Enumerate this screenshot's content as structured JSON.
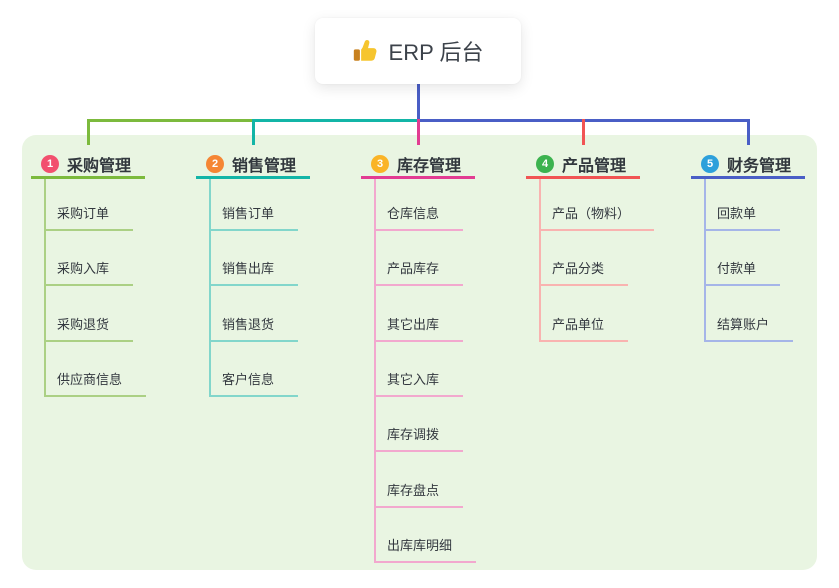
{
  "root": {
    "label": "ERP 后台",
    "icon": "thumbs-up-icon"
  },
  "panel": {
    "background": "#e9f5e2"
  },
  "trunk_color": "#4a5ec6",
  "text_color": "#33383f",
  "branches": [
    {
      "slug": "purchase",
      "num": "1",
      "label": "采购管理",
      "badge_color": "#f2506e",
      "line_color": "#7cba3d",
      "item_line_color": "#abd084",
      "items": [
        "采购订单",
        "采购入库",
        "采购退货",
        "供应商信息"
      ]
    },
    {
      "slug": "sales",
      "num": "2",
      "label": "销售管理",
      "badge_color": "#f58634",
      "line_color": "#13b5a7",
      "item_line_color": "#82d6cb",
      "items": [
        "销售订单",
        "销售出库",
        "销售退货",
        "客户信息"
      ]
    },
    {
      "slug": "inventory",
      "num": "3",
      "label": "库存管理",
      "badge_color": "#fab427",
      "line_color": "#e23c92",
      "item_line_color": "#f2a8ce",
      "items": [
        "仓库信息",
        "产品库存",
        "其它出库",
        "其它入库",
        "库存调拨",
        "库存盘点",
        "出库库明细"
      ]
    },
    {
      "slug": "product",
      "num": "4",
      "label": "产品管理",
      "badge_color": "#3cb34f",
      "line_color": "#f15454",
      "item_line_color": "#f9b3b0",
      "items": [
        "产品（物料）",
        "产品分类",
        "产品单位"
      ]
    },
    {
      "slug": "finance",
      "num": "5",
      "label": "财务管理",
      "badge_color": "#2da0db",
      "line_color": "#4a5ec6",
      "item_line_color": "#a5b5e8",
      "items": [
        "回款单",
        "付款单",
        "结算账户"
      ]
    }
  ]
}
